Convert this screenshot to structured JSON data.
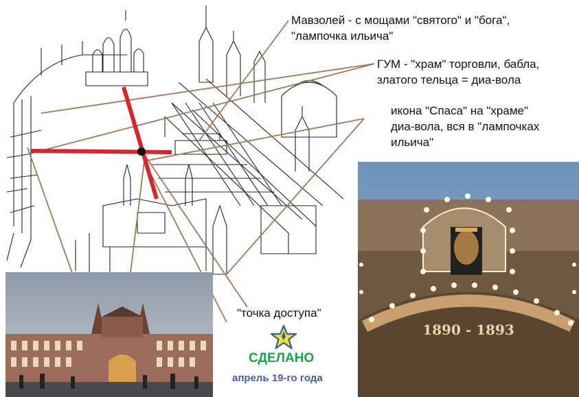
{
  "captions": {
    "mausoleum": "Мавзолей - с мощами \"святого\" и \"бога\",\n\"лампочка ильича\"",
    "gum": "ГУМ - \"храм\" торговли, бабла,\nзлатого тельца = диа-вола",
    "icon": "икона \"Спаса\" на \"храме\"\nдиа-вола, вся в \"лампочках\nильича\"",
    "access_point": "\"точка доступа\""
  },
  "status": {
    "done": "СДЕЛАНО",
    "date": "апрель 19-го года"
  },
  "photo_inscription": "1890 - 1893",
  "colors": {
    "cross": "#d9262c",
    "pointer_lines": "#a0785a",
    "done_green": "#1aa64a",
    "date_blue": "#4a5aa8",
    "star_yellow": "#f4e02a",
    "star_blue": "#2d5fb0"
  },
  "icons": {
    "star": "star-icon",
    "access_node": "black-dot-icon"
  }
}
